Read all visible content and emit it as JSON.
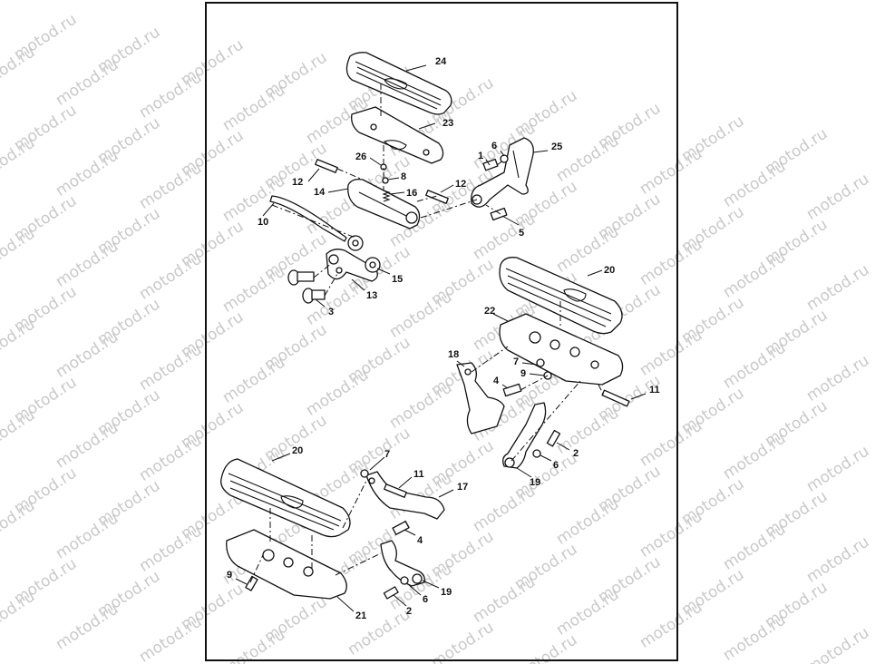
{
  "watermark": {
    "text": "motod.ru"
  },
  "callouts": {
    "c24": "24",
    "c23": "23",
    "c26": "26",
    "c8": "8",
    "c12a": "12",
    "c14": "14",
    "c16": "16",
    "c12b": "12",
    "c10": "10",
    "c1": "1",
    "c6a": "6",
    "c25": "25",
    "c5": "5",
    "c15": "15",
    "c13": "13",
    "c3": "3",
    "c20a": "20",
    "c22": "22",
    "c18": "18",
    "c7a": "7",
    "c9a": "9",
    "c4a": "4",
    "c11a": "11",
    "c2a": "2",
    "c6b": "6",
    "c19a": "19",
    "c20b": "20",
    "c7b": "7",
    "c11b": "11",
    "c17": "17",
    "c4b": "4",
    "c9b": "9",
    "c19b": "19",
    "c6c": "6",
    "c2b": "2",
    "c21": "21"
  }
}
